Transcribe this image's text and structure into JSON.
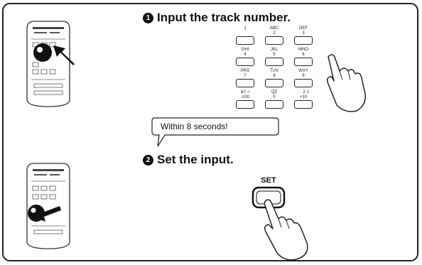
{
  "steps": [
    {
      "number": "1",
      "text": "Input the track number."
    },
    {
      "number": "2",
      "text": "Set the input."
    }
  ],
  "keypad": [
    {
      "label": "1",
      "sub": ""
    },
    {
      "label": "2",
      "sub": "ABC"
    },
    {
      "label": "3",
      "sub": "DEF"
    },
    {
      "label": "4",
      "sub": "GHI"
    },
    {
      "label": "5",
      "sub": "JKL"
    },
    {
      "label": "6",
      "sub": "MNO"
    },
    {
      "label": "7",
      "sub": "PRS"
    },
    {
      "label": "8",
      "sub": "TUV"
    },
    {
      "label": "9",
      "sub": "WXY"
    },
    {
      "label": "-100",
      "sub": "&!! -/"
    },
    {
      "label": "0",
      "sub": "QZ"
    },
    {
      "label": "+10",
      "sub": "· · 2 1"
    }
  ],
  "bubble": "Within 8 seconds!",
  "set_button": "SET",
  "icons": {
    "remote_top": "remote-control-icon",
    "remote_bottom": "remote-control-icon",
    "press_arrow": "arrow-icon",
    "hand": "pointing-hand-icon"
  }
}
